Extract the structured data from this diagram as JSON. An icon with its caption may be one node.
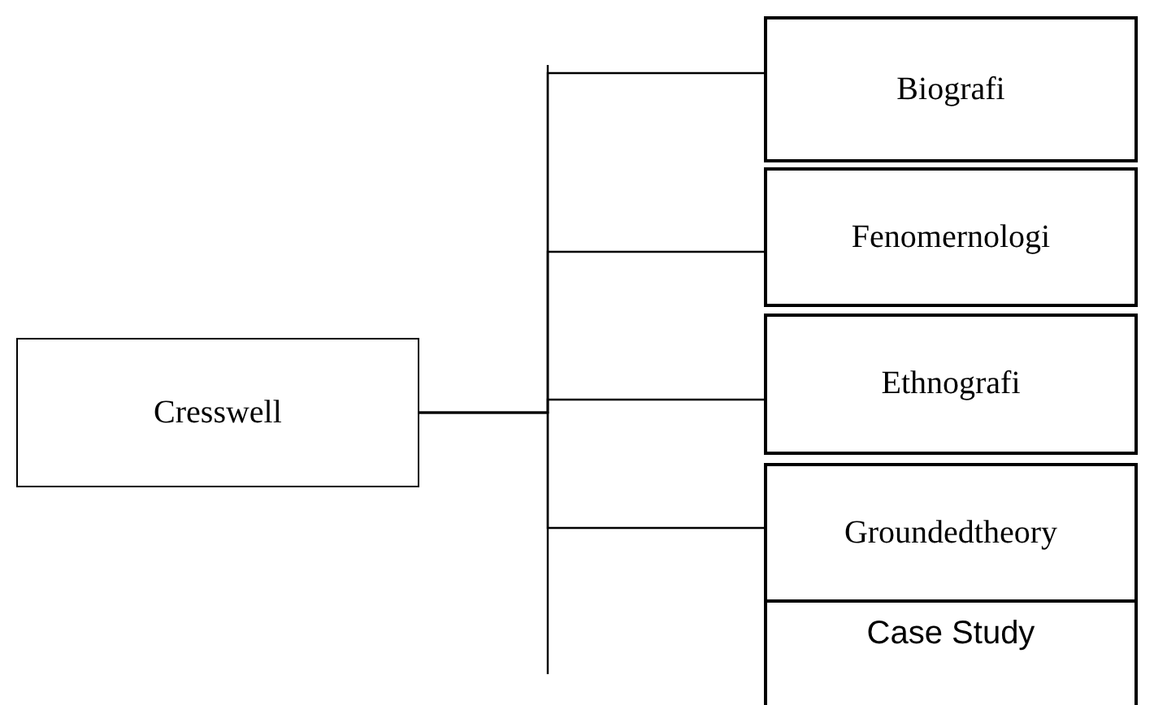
{
  "diagram": {
    "nodes": [
      {
        "text": [
          "Cresswell"
        ]
      },
      {
        "text": [
          "Biografi"
        ]
      },
      {
        "text": [
          "Fenomernologi"
        ]
      },
      {
        "text": [
          "Ethnografi"
        ]
      },
      {
        "text": [
          "Groundedtheory"
        ]
      },
      {
        "text": [
          "Case Study"
        ]
      }
    ],
    "edges": [
      {
        "from": 0,
        "to": 1,
        "arrow": "none"
      },
      {
        "from": 0,
        "to": 2,
        "arrow": "none"
      },
      {
        "from": 0,
        "to": 3,
        "arrow": "none"
      },
      {
        "from": 0,
        "to": 4,
        "arrow": "none"
      }
    ]
  }
}
